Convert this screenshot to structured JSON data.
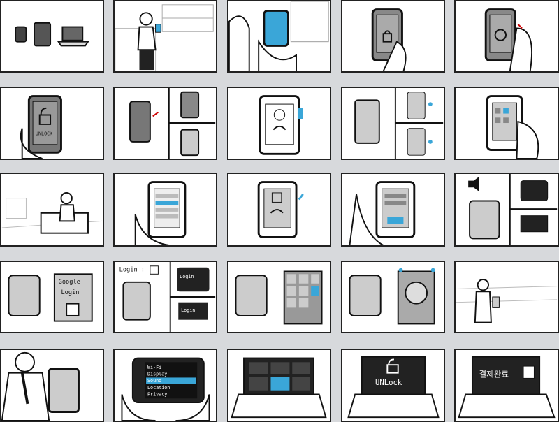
{
  "storyboard": {
    "texts": {
      "unlock_small": "UNLOCK",
      "google": "Google",
      "login": "Login",
      "login_colon": "Login :",
      "unlock_large": "UNLock",
      "korean_complete": "결제완료",
      "menu_items": [
        "Wi-Fi",
        "Display",
        "Sound",
        "Location",
        "Privacy"
      ]
    },
    "colors": {
      "accent": "#3aa6d8",
      "frame": "#222222",
      "background": "#d7d9dc"
    }
  }
}
